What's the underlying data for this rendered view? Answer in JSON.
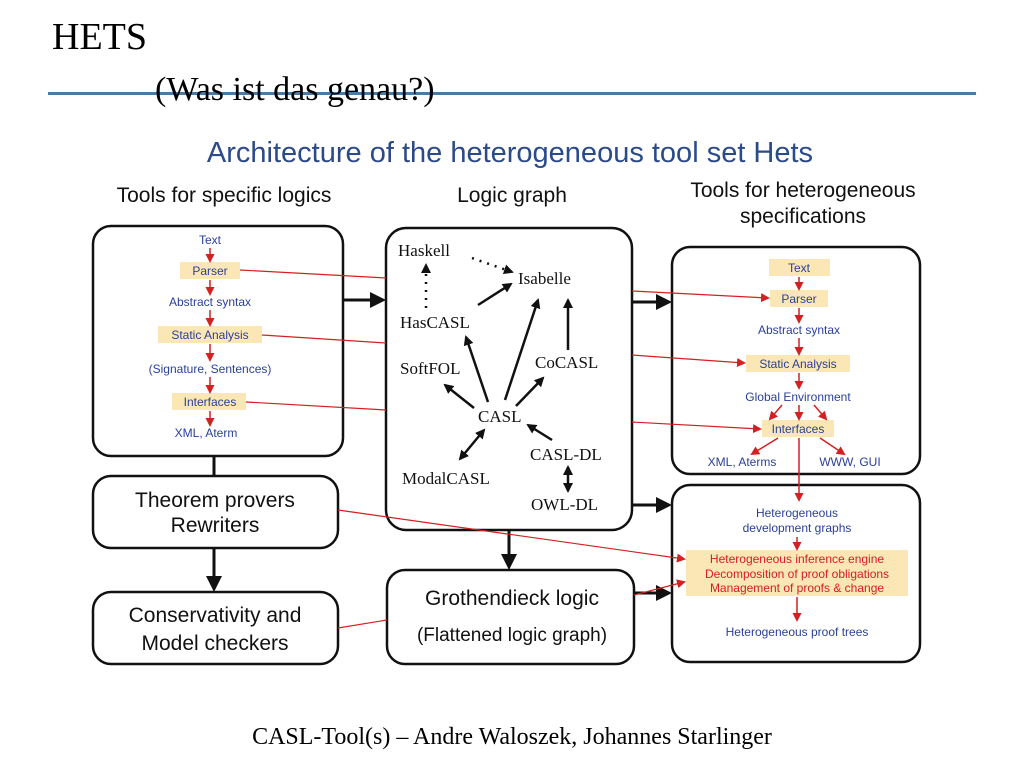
{
  "slide": {
    "title": "HETS",
    "subtitle": "(Was ist das genau?)",
    "footer": "CASL-Tool(s) – Andre Waloszek, Johannes Starlinger"
  },
  "diagram": {
    "heading": "Architecture of the heterogeneous tool set Hets",
    "col_left": "Tools for specific logics",
    "col_mid": "Logic graph",
    "col_right_1": "Tools for heterogeneous",
    "col_right_2": "specifications",
    "left_box": {
      "text": "Text",
      "parser": "Parser",
      "abstract": "Abstract syntax",
      "static": "Static Analysis",
      "signature": "(Signature, Sentences)",
      "interfaces": "Interfaces",
      "xml": "XML, Aterm"
    },
    "logics": {
      "haskell": "Haskell",
      "isabelle": "Isabelle",
      "hascasl": "HasCASL",
      "softfol": "SoftFOL",
      "cocasl": "CoCASL",
      "casl": "CASL",
      "casldl": "CASL-DL",
      "modalcasl": "ModalCASL",
      "owldl": "OWL-DL"
    },
    "right_box": {
      "text": "Text",
      "parser": "Parser",
      "abstract": "Abstract syntax",
      "static": "Static Analysis",
      "global": "Global Environment",
      "interfaces": "Interfaces",
      "xml": "XML, Aterms",
      "www": "WWW, GUI"
    },
    "theorem_1": "Theorem provers",
    "theorem_2": "Rewriters",
    "conserv_1": "Conservativity and",
    "conserv_2": "Model checkers",
    "groth_1": "Grothendieck logic",
    "groth_2": "(Flattened logic graph)",
    "dev_box": {
      "hetero_1": "Heterogeneous",
      "hetero_2": "development graphs",
      "engine": "Heterogeneous inference engine",
      "decomp": "Decomposition of proof obligations",
      "mgmt": "Management of proofs & change",
      "trees": "Heterogeneous proof trees"
    }
  }
}
